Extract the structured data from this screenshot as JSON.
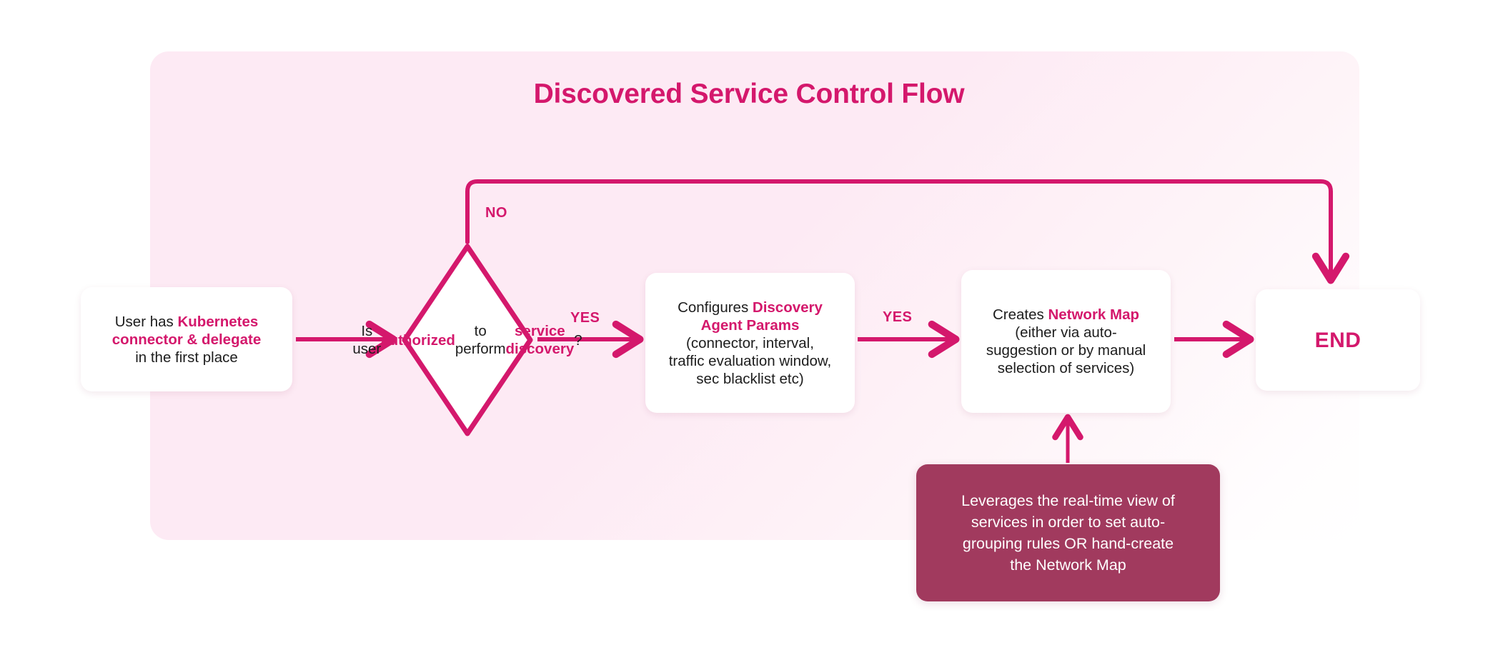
{
  "page": {
    "title": "Discovered Service Control Flow",
    "background": "#ffffff",
    "panel_color": "#fdeaf4",
    "accent_color": "#d4186c",
    "note_color": "#a13a5e",
    "text_color": "#1d1d1d"
  },
  "nodes": {
    "start": {
      "id": "user-prereq",
      "shape": "rounded-rect",
      "lines": [
        [
          {
            "t": "User has ",
            "hl": false
          },
          {
            "t": "Kubernetes",
            "hl": true
          }
        ],
        [
          {
            "t": "connector & delegate",
            "hl": true
          }
        ],
        [
          {
            "t": "in the first place",
            "hl": false
          }
        ]
      ]
    },
    "decision": {
      "id": "is-user-authorized",
      "shape": "diamond",
      "lines": [
        [
          {
            "t": "Is user",
            "hl": false
          }
        ],
        [
          {
            "t": "authorized",
            "hl": true
          }
        ],
        [
          {
            "t": "to perform",
            "hl": false
          }
        ],
        [
          {
            "t": "service discovery",
            "hl": true
          },
          {
            "t": "?",
            "hl": false
          }
        ]
      ]
    },
    "params": {
      "id": "configures-discovery-agent-params",
      "shape": "rounded-rect",
      "lines": [
        [
          {
            "t": "Configures ",
            "hl": false
          },
          {
            "t": "Discovery",
            "hl": true
          }
        ],
        [
          {
            "t": "Agent Params",
            "hl": true
          }
        ],
        [
          {
            "t": "(connector, interval,",
            "hl": false
          }
        ],
        [
          {
            "t": "traffic evaluation window,",
            "hl": false
          }
        ],
        [
          {
            "t": "sec blacklist etc)",
            "hl": false
          }
        ]
      ]
    },
    "netmap": {
      "id": "creates-network-map",
      "shape": "rounded-rect",
      "lines": [
        [
          {
            "t": "Creates ",
            "hl": false
          },
          {
            "t": "Network Map",
            "hl": true
          }
        ],
        [
          {
            "t": "(either via auto-",
            "hl": false
          }
        ],
        [
          {
            "t": "suggestion or by manual",
            "hl": false
          }
        ],
        [
          {
            "t": "selection of services)",
            "hl": false
          }
        ]
      ]
    },
    "end": {
      "id": "end",
      "shape": "rounded-rect",
      "label": "END"
    },
    "note": {
      "id": "realtime-view-note",
      "shape": "rounded-rect-filled",
      "lines": [
        [
          {
            "t": "Leverages the real-time view of",
            "hl": false
          }
        ],
        [
          {
            "t": "services in order to set auto-",
            "hl": false
          }
        ],
        [
          {
            "t": "grouping rules OR hand-create",
            "hl": false
          }
        ],
        [
          {
            "t": "the Network Map",
            "hl": false
          }
        ]
      ]
    }
  },
  "edges": [
    {
      "from": "start",
      "to": "decision",
      "label": ""
    },
    {
      "from": "decision",
      "to": "params",
      "label": "YES"
    },
    {
      "from": "params",
      "to": "netmap",
      "label": "YES"
    },
    {
      "from": "netmap",
      "to": "end",
      "label": ""
    },
    {
      "from": "decision",
      "to": "end",
      "label": "NO"
    },
    {
      "from": "note",
      "to": "netmap",
      "label": ""
    }
  ],
  "labels": {
    "no": "NO",
    "yes_1": "YES",
    "yes_2": "YES"
  }
}
